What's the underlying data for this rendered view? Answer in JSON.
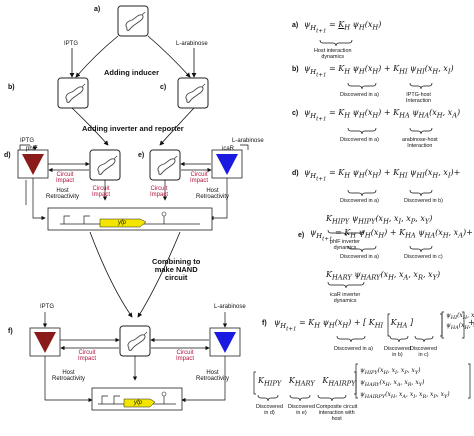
{
  "left": {
    "labels": {
      "a": "a)",
      "b": "b)",
      "c": "c)",
      "d": "d)",
      "e": "e)",
      "f": "f)",
      "iptg_b": "IPTG",
      "arab_c": "L-arabinose",
      "adding_inducer": "Adding inducer",
      "adding_inverter": "Adding inverter and reporter",
      "iptg_d": "IPTG",
      "arab_e": "L-arabinose",
      "phlf": "phlF",
      "icar": "icaR",
      "circuit_impact": "Circuit\nImpact",
      "host_retro": "Host\nRetroactivity",
      "yfp": "yfp",
      "combining": "Combining to\nmake NAND\ncircuit",
      "iptg_f": "IPTG",
      "arab_f": "L-arabinose"
    }
  },
  "right": {
    "a_tag": "a)",
    "b_tag": "b)",
    "c_tag": "c)",
    "d_tag": "d)",
    "e_tag": "e)",
    "f_tag": "f)",
    "a_note": "Host interaction\ndynamics",
    "b_note1": "Discovered in a)",
    "b_note2": "IPTG-host\nInteraction",
    "c_note1": "Discovered in a)",
    "c_note2": "arabinose-host\nInteraction",
    "d_note1": "Discovered in a)",
    "d_note2": "Discovered in b)",
    "d_note3": "phlF inverter\ndynamics",
    "e_note1": "Discovered in a)",
    "e_note2": "Discovered in c)",
    "e_note3": "icaR inverter\ndynamics",
    "f_note1": "Discovered in a)",
    "f_note2": "Discovered\nin b)",
    "f_note3": "Discovered\nin c)",
    "f_note4": "Discovered\nin d)",
    "f_note5": "Discovered\nin e)",
    "f_note6": "Composite circuit\ninteraction with\nhost"
  },
  "colors": {
    "red_fill": "#8b1a1a",
    "blue_fill": "#1a1ae0",
    "yfp": "#f2e600",
    "impact_red": "#b0123a"
  }
}
